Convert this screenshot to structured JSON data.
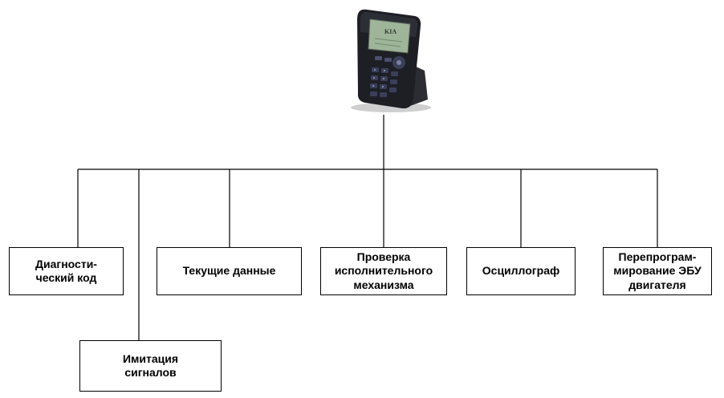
{
  "device": {
    "icon": "handheld-scan-tool-icon",
    "brand_label": "KIA"
  },
  "branches": [
    {
      "id": "diagnostic-code",
      "label": "Диагности-\nческий код"
    },
    {
      "id": "signal-imitation",
      "label": "Имитация\nсигналов"
    },
    {
      "id": "current-data",
      "label": "Текущие данные"
    },
    {
      "id": "actuator-test",
      "label": "Проверка\nисполнительного\nмеханизма"
    },
    {
      "id": "oscilloscope",
      "label": "Осциллограф"
    },
    {
      "id": "ecu-reprogramming",
      "label": "Перепрограм-\nмирование ЭБУ\nдвигателя"
    }
  ],
  "colors": {
    "line": "#000000",
    "box_border": "#000000",
    "device_body": "#1e1f25",
    "device_screen": "#9fb59a",
    "device_keys": "#3a3f5a"
  }
}
